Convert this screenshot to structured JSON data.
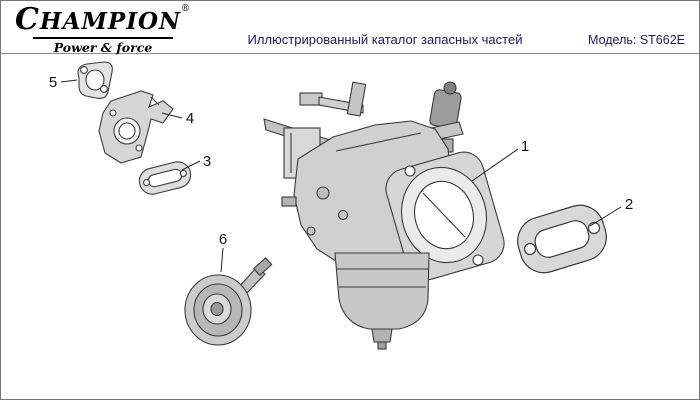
{
  "header": {
    "logo": {
      "brand": "CHAMPION",
      "registered": "®",
      "tagline": "Power & force"
    },
    "title": "Иллюстрированный каталог запасных частей",
    "model": "Модель: ST662E"
  },
  "diagram": {
    "callouts": [
      {
        "label": "1"
      },
      {
        "label": "2"
      },
      {
        "label": "3"
      },
      {
        "label": "4"
      },
      {
        "label": "5"
      },
      {
        "label": "6"
      }
    ]
  },
  "colors": {
    "header_text": "#1b1b66",
    "brand_black": "#000000",
    "diagram_line": "#3a3a3a",
    "page_border": "#767676"
  }
}
